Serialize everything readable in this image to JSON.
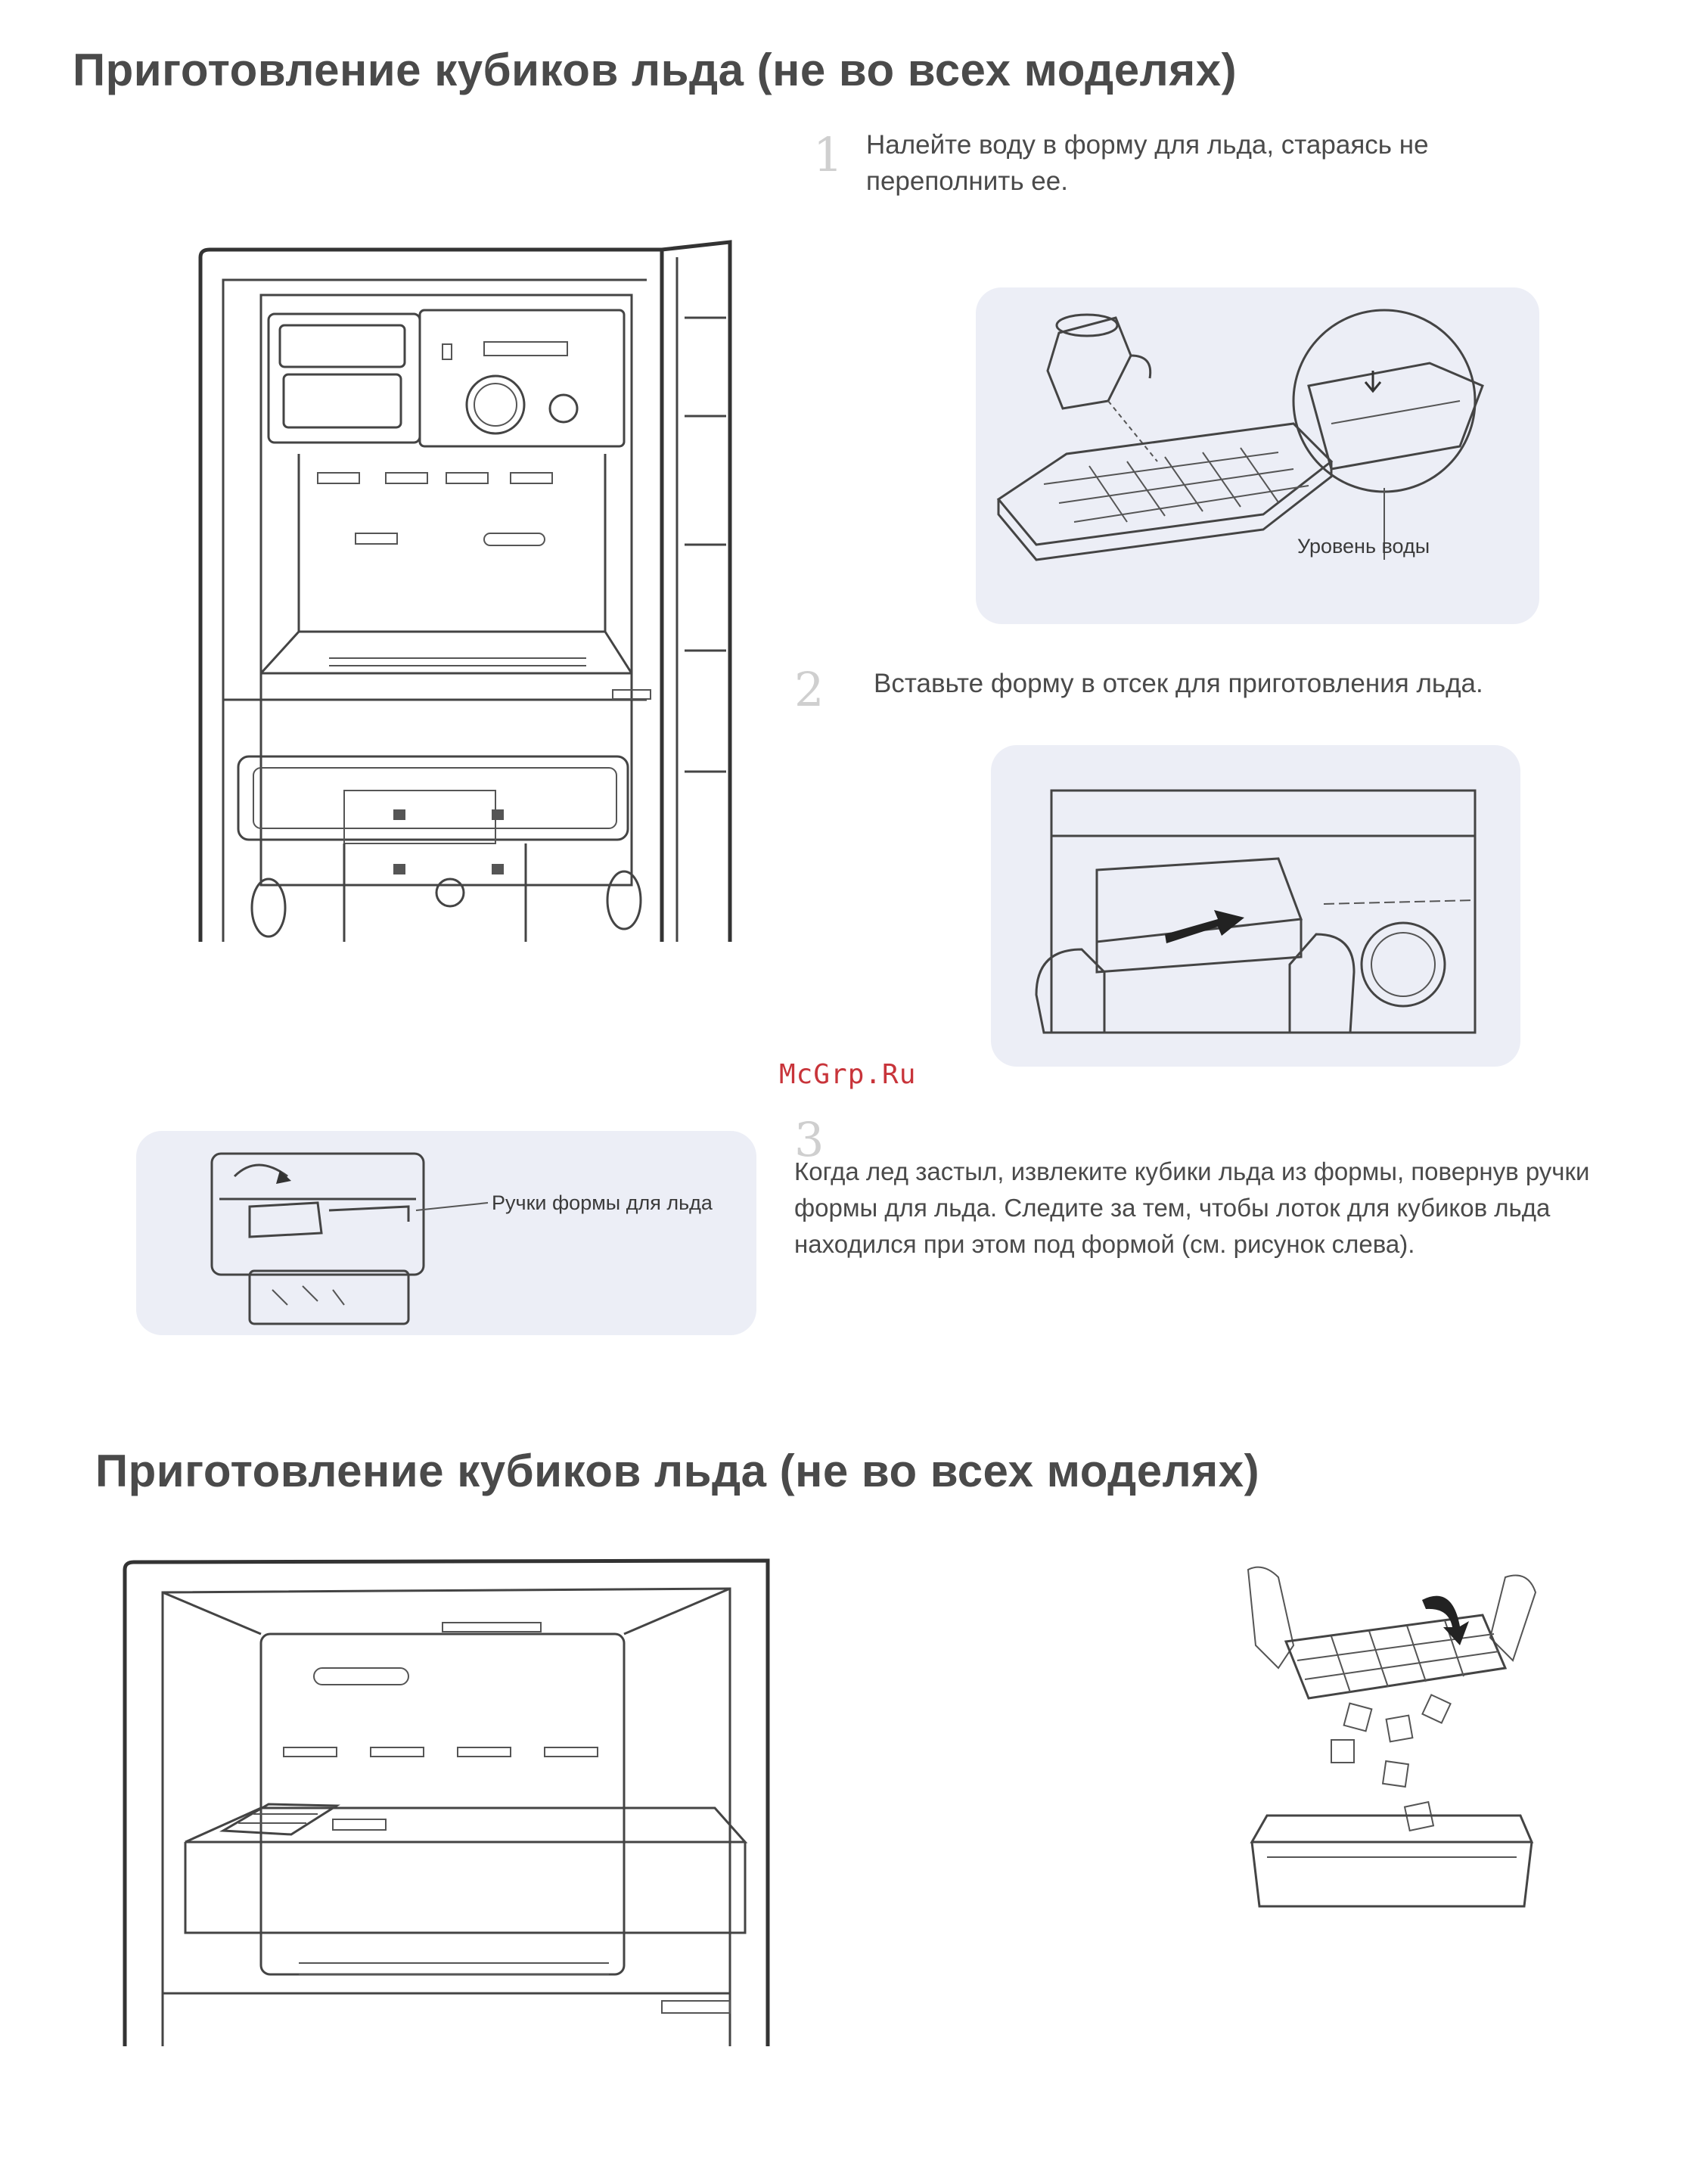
{
  "top": {
    "heading": "Приготовление кубиков льда (не во всех моделях)",
    "steps": [
      {
        "num": "1",
        "text": "Налейте воду в форму для льда, стараясь не переполнить ее."
      },
      {
        "num": "2",
        "text": "Вставьте форму в отсек для приготовления льда."
      },
      {
        "num": "3",
        "text": "Когда лед застыл, извлеките кубики льда из формы, повернув ручки формы для льда. Следите за тем, чтобы лоток для кубиков льда находился при этом под формой (см. рисунок слева)."
      }
    ],
    "labels": {
      "water_level": "Уровень воды",
      "tray_handles": "Ручки формы для льда"
    }
  },
  "watermark": "McGrp.Ru",
  "bottom": {
    "heading": "Приготовление кубиков льда (не во всех моделях)"
  },
  "icons": [
    "fridge-interior-illustration",
    "water-pitcher-illustration",
    "hands-inserting-tray-illustration",
    "twist-ice-tray-illustration",
    "freezer-compartment-illustration",
    "ice-cubes-dropping-illustration"
  ]
}
